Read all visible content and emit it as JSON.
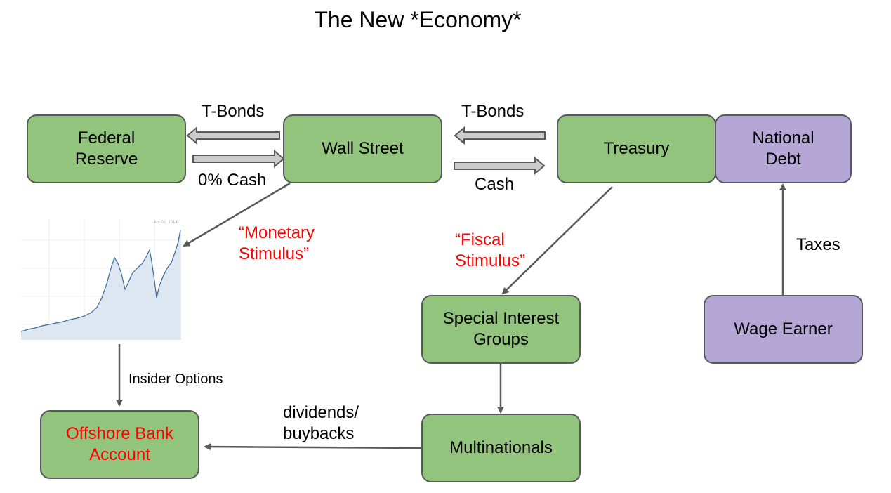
{
  "title": "The New *Economy*",
  "nodes": {
    "federal_reserve": "Federal Reserve",
    "wall_street": "Wall Street",
    "treasury": "Treasury",
    "national_debt": "National Debt",
    "special_interest": "Special Interest Groups",
    "wage_earner": "Wage Earner",
    "multinationals": "Multinationals",
    "offshore": "Offshore Bank Account"
  },
  "edge_labels": {
    "tbonds_left": "T-Bonds",
    "cash_left": "0% Cash",
    "tbonds_right": "T-Bonds",
    "cash_right": "Cash",
    "monetary_stimulus": "“Monetary Stimulus”",
    "fiscal_stimulus": "“Fiscal Stimulus”",
    "taxes": "Taxes",
    "insider_options": "Insider Options",
    "dividends": "dividends/ buybacks"
  },
  "chart_inset": {
    "date_label": "Jun 02, 2014"
  },
  "colors": {
    "green_box": "#93c47d",
    "purple_box": "#b4a7d6",
    "border": "#595959",
    "arrow": "#595959",
    "red_text": "#ff0000",
    "chart_fill": "#dce7f2",
    "chart_line": "#3d6a9a"
  }
}
